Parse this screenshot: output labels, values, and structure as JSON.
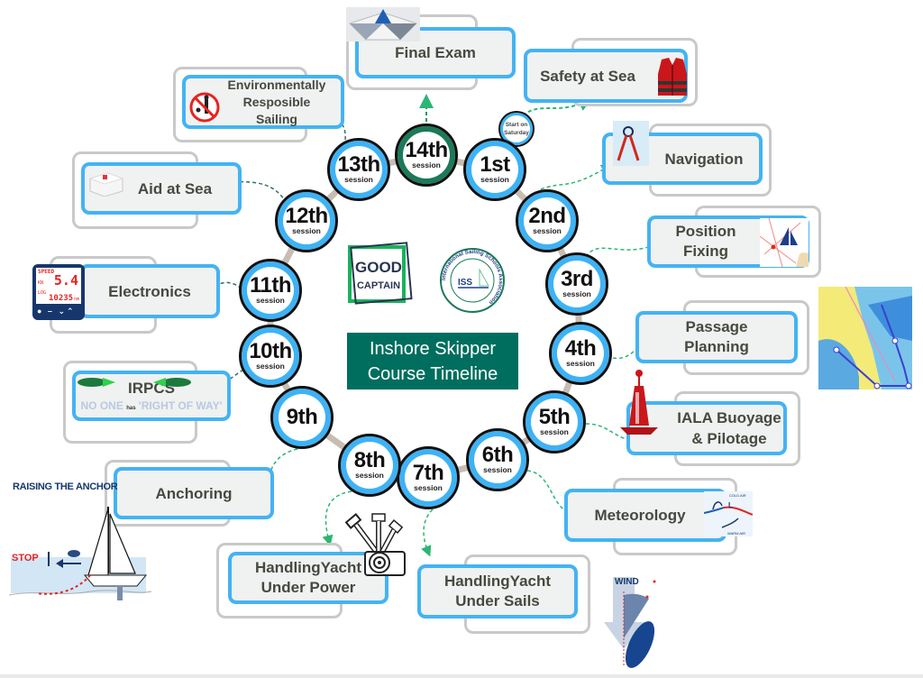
{
  "title": {
    "line1": "Inshore Skipper",
    "line2": "Course Timeline"
  },
  "logos": {
    "good_captain": {
      "line1": "GOOD",
      "line2": "CAPTAIN"
    },
    "issa": {
      "ring_text": "International Sailing Schools Association",
      "center": "ISS"
    }
  },
  "start_badge": {
    "line1": "Start on",
    "line2": "Saturday"
  },
  "colors": {
    "accent_blue": "#3db2f5",
    "final_green": "#1b7a57",
    "title_bg": "#006e5e",
    "card_text": "#454a3f",
    "link_green": "#2bb673",
    "link_teal": "#2f6f63"
  },
  "sessions": [
    {
      "num": "1st",
      "label": "session"
    },
    {
      "num": "2nd",
      "label": "session"
    },
    {
      "num": "3rd",
      "label": "session"
    },
    {
      "num": "4th",
      "label": "session"
    },
    {
      "num": "5th",
      "label": "session"
    },
    {
      "num": "6th",
      "label": "session"
    },
    {
      "num": "7th",
      "label": "session"
    },
    {
      "num": "8th",
      "label": "session"
    },
    {
      "num": "9th",
      "label": ""
    },
    {
      "num": "10th",
      "label": "session"
    },
    {
      "num": "11th",
      "label": "session"
    },
    {
      "num": "12th",
      "label": "session"
    },
    {
      "num": "13th",
      "label": "session"
    },
    {
      "num": "14th",
      "label": "session"
    }
  ],
  "topics": {
    "final_exam": {
      "line1": "Final Exam",
      "icon": "paper-boat-icon"
    },
    "environment": {
      "line1": "Environmentally",
      "line2": "Resposible",
      "line3": "Sailing",
      "icon": "no-littering-icon"
    },
    "safety": {
      "line1": "Safety at Sea",
      "icon": "life-jacket-icon"
    },
    "aid": {
      "line1": "Aid at Sea",
      "icon": "first-aid-kit-icon"
    },
    "navigation": {
      "line1": "Navigation",
      "icon": "compass-divider-icon"
    },
    "position": {
      "line1": "Position",
      "line2": "Fixing",
      "icon": "position-fix-icon"
    },
    "electronics": {
      "line1": "Electronics",
      "icon": "speed-log-icon",
      "display": {
        "speed_label": "SPEED",
        "speed_value": "5.4",
        "speed_unit": "KN",
        "log_label": "LOG",
        "log_value": "10235",
        "log_unit": "nm"
      }
    },
    "passage": {
      "line1": "Passage",
      "line2": "Planning",
      "icon": "chart-plotter-map-icon"
    },
    "irpcs": {
      "line1": "IRPCS",
      "tagline_a": "NO ONE",
      "tagline_b": "has",
      "tagline_c": "'RIGHT OF WAY'",
      "icon": "two-boats-icon"
    },
    "iala": {
      "line1": "IALA Buoyage",
      "line2": "& Pilotage",
      "icon": "red-buoy-icon"
    },
    "anchoring": {
      "line1": "Anchoring",
      "icon": "anchor-raising-icon",
      "caption": "RAISING THE ANCHOR",
      "stop": "STOP"
    },
    "meteorology": {
      "line1": "Meteorology",
      "icon": "weather-front-icon",
      "cold": "COLD AIR",
      "warm": "WARM AIR",
      "low": "L"
    },
    "power": {
      "line1": "HandlingYacht",
      "line2": "Under Power",
      "icon": "engine-throttle-icon"
    },
    "sails": {
      "line1": "HandlingYacht",
      "line2": "Under Sails",
      "icon": "wind-sailing-icon",
      "wind": "WIND"
    }
  }
}
